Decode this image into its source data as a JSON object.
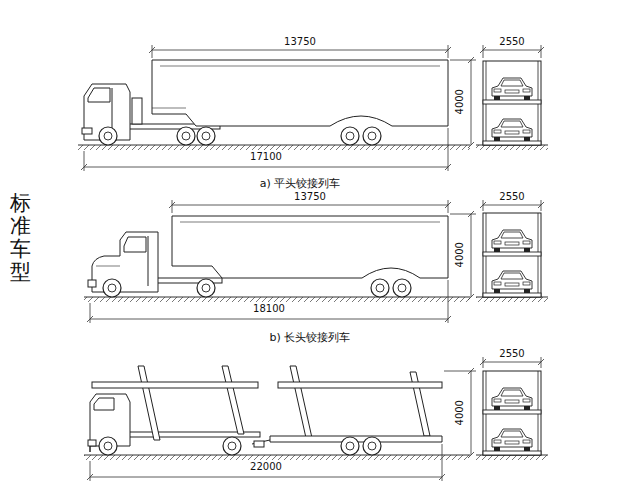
{
  "diagram": {
    "labels": [
      "标准车型",
      "13750",
      "2550",
      "4000",
      "17100",
      "a) 平头铰接列车",
      "13750",
      "2550",
      "4000",
      "18100",
      "b) 长头铰接列车",
      "2550",
      "4000",
      "22000"
    ]
  }
}
